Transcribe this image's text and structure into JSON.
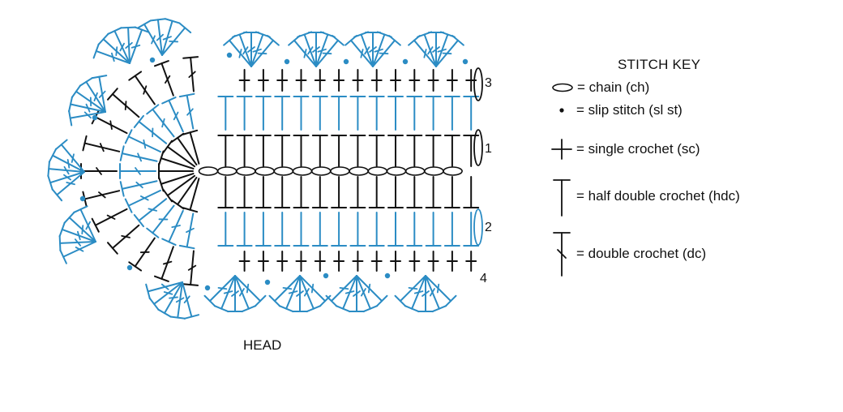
{
  "diagram": {
    "head_label": "HEAD",
    "row_labels": [
      "3",
      "1",
      "2",
      "4"
    ],
    "colors": {
      "blue": "#2b8cc4",
      "black": "#111111"
    }
  },
  "key": {
    "title": "STITCH KEY",
    "items": [
      {
        "symbol": "chain-oval",
        "text": "= chain (ch)"
      },
      {
        "symbol": "dot",
        "text": "= slip stitch (sl st)"
      },
      {
        "symbol": "plus",
        "text": "= single crochet (sc)"
      },
      {
        "symbol": "tee",
        "text": "= half double crochet (hdc)"
      },
      {
        "symbol": "tee-slash",
        "text": "= double crochet (dc)"
      }
    ]
  }
}
